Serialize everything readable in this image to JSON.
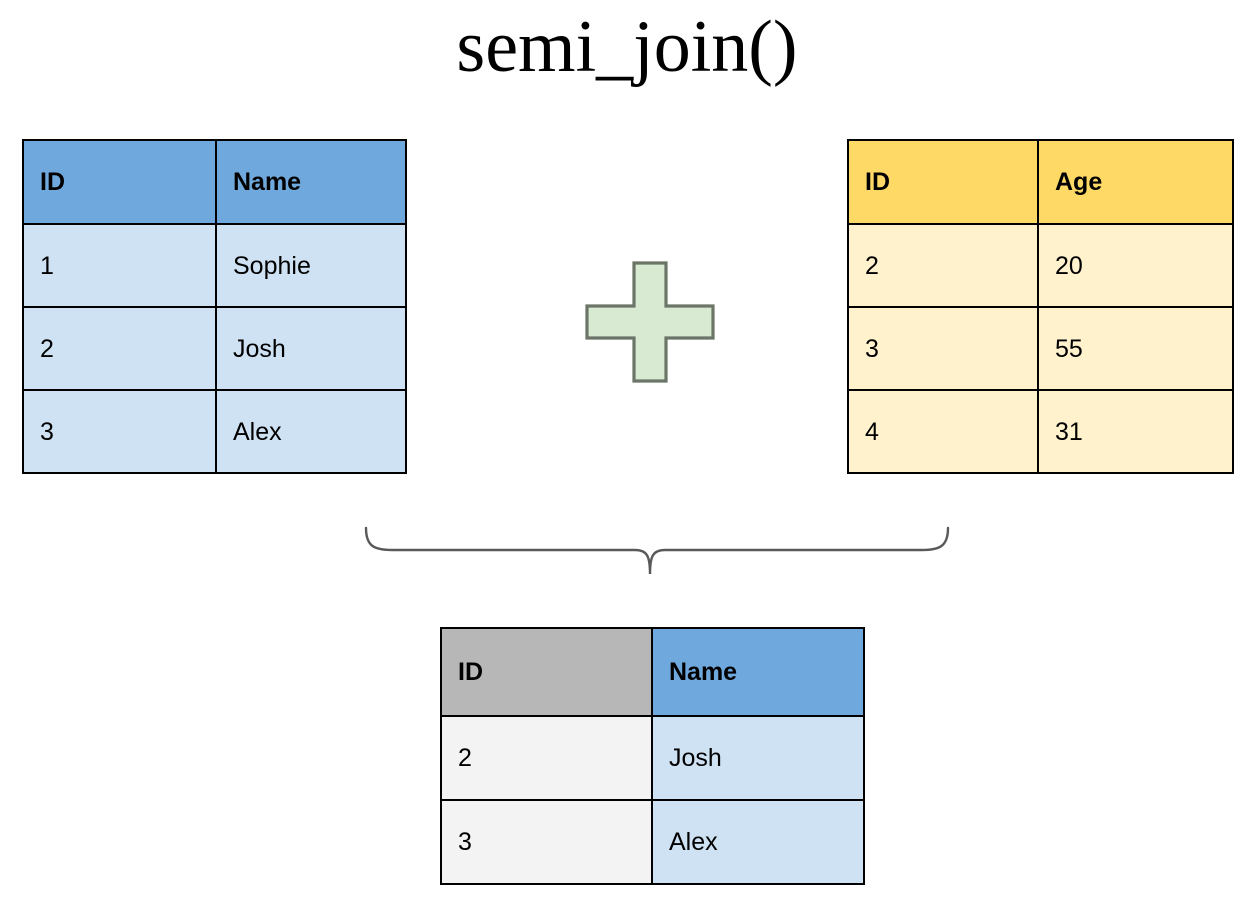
{
  "title": "semi_join()",
  "colors": {
    "blue_header": "#6FA8DC",
    "blue_body": "#CFE2F3",
    "yellow_header": "#FFD966",
    "yellow_body": "#FFF2CC",
    "gray_header": "#B7B7B7",
    "gray_body": "#F3F3F3",
    "plus_fill": "#D9EAD3",
    "plus_stroke": "#6B7568",
    "brace_stroke": "#595959",
    "border": "#000000"
  },
  "left_table": {
    "name": "left-input-table",
    "headers": [
      "ID",
      "Name"
    ],
    "rows": [
      [
        "1",
        "Sophie"
      ],
      [
        "2",
        "Josh"
      ],
      [
        "3",
        "Alex"
      ]
    ]
  },
  "right_table": {
    "name": "right-input-table",
    "headers": [
      "ID",
      "Age"
    ],
    "rows": [
      [
        "2",
        "20"
      ],
      [
        "3",
        "55"
      ],
      [
        "4",
        "31"
      ]
    ]
  },
  "result_table": {
    "name": "result-table",
    "headers": [
      "ID",
      "Name"
    ],
    "rows": [
      [
        "2",
        "Josh"
      ],
      [
        "3",
        "Alex"
      ]
    ]
  },
  "operator": {
    "symbol": "plus",
    "icon": "plus-icon"
  },
  "connector": {
    "icon": "curly-brace-down-icon"
  }
}
